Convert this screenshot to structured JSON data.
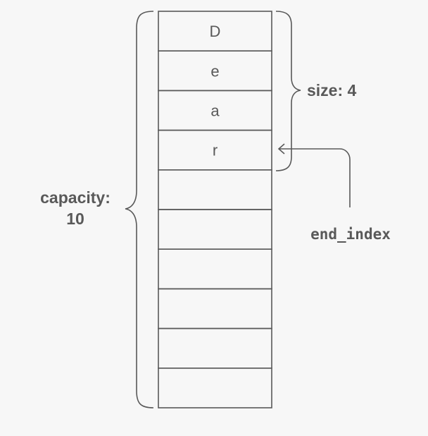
{
  "array": {
    "cells": [
      "D",
      "e",
      "a",
      "r",
      "",
      "",
      "",
      "",
      "",
      ""
    ]
  },
  "labels": {
    "size": "size: 4",
    "capacity_line1": "capacity:",
    "capacity_line2": "10",
    "end_index": "end_index"
  },
  "colors": {
    "background": "#f7f7f7",
    "stroke": "#595959",
    "text": "#595959"
  }
}
